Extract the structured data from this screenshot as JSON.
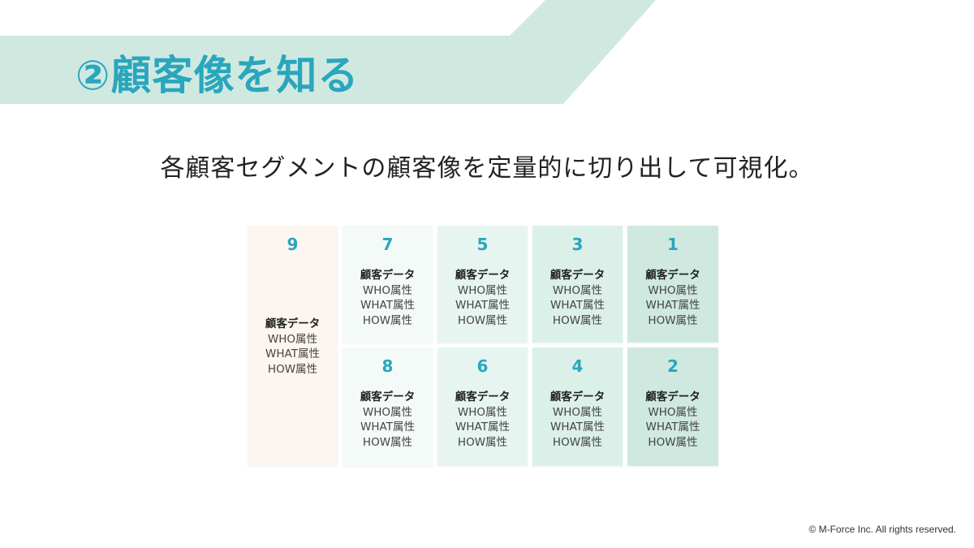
{
  "header": {
    "title": "②顧客像を知る",
    "colors": {
      "band": "#cfe9e1",
      "title": "#2aa6bd"
    }
  },
  "subtitle": "各顧客セグメントの顧客像を定量的に切り出して可視化。",
  "grid": {
    "cells": [
      {
        "number": "9",
        "heading": "顧客データ",
        "lines": [
          "WHO属性",
          "WHAT属性",
          "HOW属性"
        ],
        "color": "#fdf5ef"
      },
      {
        "number": "7",
        "heading": "顧客データ",
        "lines": [
          "WHO属性",
          "WHAT属性",
          "HOW属性"
        ],
        "color": "#f4faf8"
      },
      {
        "number": "8",
        "heading": "顧客データ",
        "lines": [
          "WHO属性",
          "WHAT属性",
          "HOW属性"
        ],
        "color": "#f4faf8"
      },
      {
        "number": "5",
        "heading": "顧客データ",
        "lines": [
          "WHO属性",
          "WHAT属性",
          "HOW属性"
        ],
        "color": "#e7f5f0"
      },
      {
        "number": "6",
        "heading": "顧客データ",
        "lines": [
          "WHO属性",
          "WHAT属性",
          "HOW属性"
        ],
        "color": "#e7f5f0"
      },
      {
        "number": "3",
        "heading": "顧客データ",
        "lines": [
          "WHO属性",
          "WHAT属性",
          "HOW属性"
        ],
        "color": "#dbf0e9"
      },
      {
        "number": "4",
        "heading": "顧客データ",
        "lines": [
          "WHO属性",
          "WHAT属性",
          "HOW属性"
        ],
        "color": "#dbf0e9"
      },
      {
        "number": "1",
        "heading": "顧客データ",
        "lines": [
          "WHO属性",
          "WHAT属性",
          "HOW属性"
        ],
        "color": "#cfe9e1"
      },
      {
        "number": "2",
        "heading": "顧客データ",
        "lines": [
          "WHO属性",
          "WHAT属性",
          "HOW属性"
        ],
        "color": "#cfe9e1"
      }
    ]
  },
  "footer": {
    "copyright": "© M-Force Inc. All rights reserved."
  }
}
